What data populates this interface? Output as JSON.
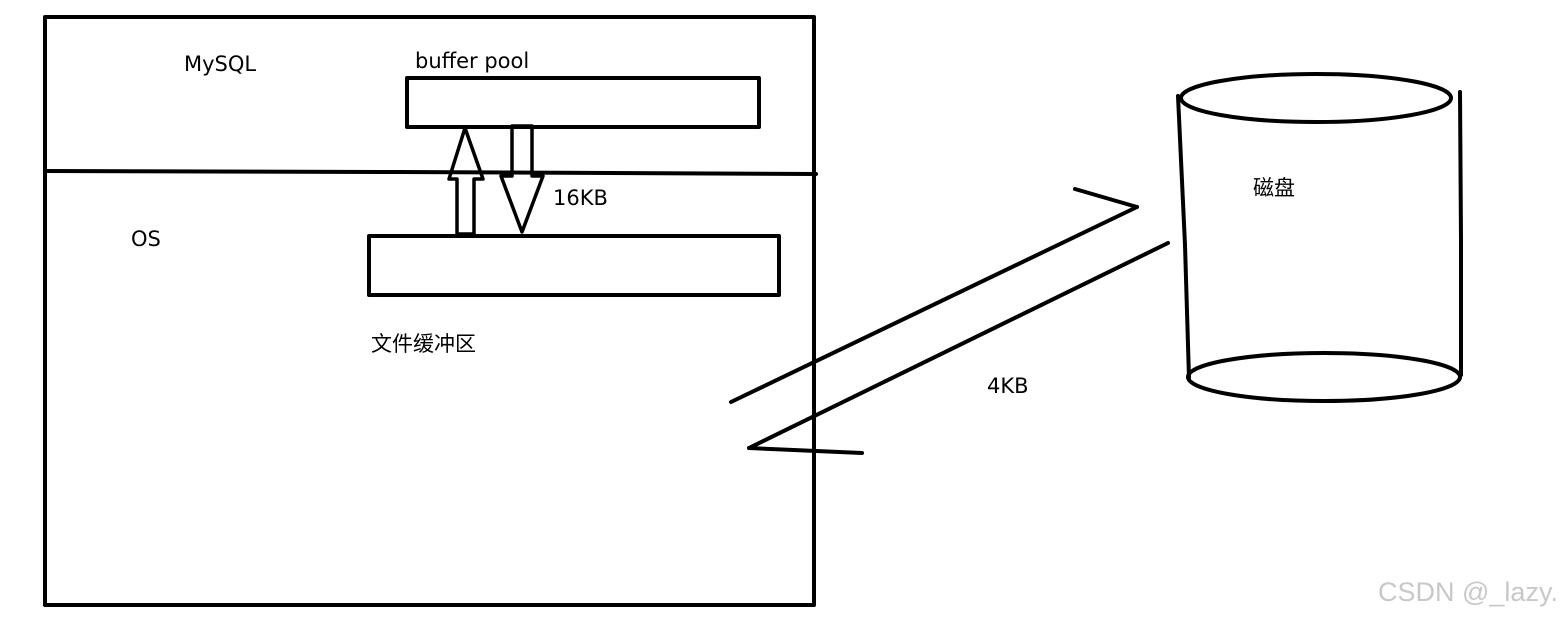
{
  "labels": {
    "mysql": "MySQL",
    "buffer_pool": "buffer pool",
    "os": "OS",
    "page_size": "16KB",
    "file_buffer": "文件缓冲区",
    "disk": "磁盘",
    "disk_block": "4KB"
  },
  "watermark": "CSDN @_lazy.",
  "colors": {
    "stroke": "#000000",
    "background": "#ffffff",
    "watermark": "#c8c8c8"
  }
}
